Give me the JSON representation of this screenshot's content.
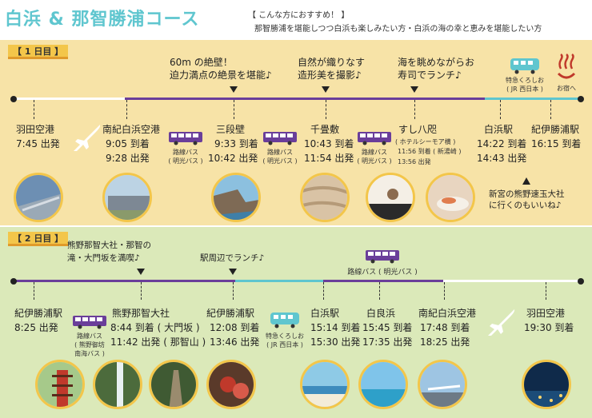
{
  "title": "白浜 & 那智勝浦コース",
  "recommend": {
    "head": "【 こんな方におすすめ！ 】",
    "body": "那智勝浦を堪能しつつ白浜も楽しみたい方・白浜の海の幸と恵みを堪能したい方"
  },
  "day1": {
    "label": "【 1 日目 】",
    "notes": {
      "sandanbeki": [
        "60m の絶壁！",
        "迫力満点の絶景を堪能♪"
      ],
      "senjojiki": [
        "自然が織りなす",
        "造形美を撮影♪"
      ],
      "sushi": [
        "海を眺めながらお",
        "寿司でランチ♪"
      ],
      "kumano": [
        "新宮の熊野速玉大社",
        "に行くのもいいね♪"
      ]
    },
    "stops": {
      "haneda": {
        "name": "羽田空港",
        "time": "7:45 出発"
      },
      "nanki": {
        "name": "南紀白浜空港",
        "arr": "9:05 到着",
        "dep": "9:28 出発"
      },
      "sandanbeki": {
        "name": "三段壁",
        "arr": "9:33 到着",
        "dep": "10:42 出発"
      },
      "senjojiki": {
        "name": "千畳敷",
        "arr": "10:43 到着",
        "dep": "11:54 出発"
      },
      "sushi": {
        "name": "すし八咫",
        "sub": "( ホテルシーモア横 )",
        "arr": "11:56 到着 ( 新湯崎 )",
        "dep": "13:56 出発"
      },
      "shirahama": {
        "name": "白浜駅",
        "arr": "14:22 到着",
        "dep": "14:43 出発"
      },
      "kii": {
        "name": "紀伊勝浦駅",
        "arr": "16:15 到着"
      }
    },
    "bus1": [
      "路線バス",
      "( 明光バス )"
    ],
    "bus2": [
      "路線バス",
      "( 明光バス )"
    ],
    "bus3": [
      "路線バス",
      "( 明光バス )"
    ],
    "train": [
      "特急くろしお",
      "( JR 西日本 )"
    ],
    "onsen": "お宿へ"
  },
  "day2": {
    "label": "【 2 日目 】",
    "notes": {
      "nachi": [
        "熊野那智大社・那智の",
        "滝・大門坂を満喫♪"
      ],
      "lunch": "駅周辺でランチ♪"
    },
    "stops": {
      "kii": {
        "name": "紀伊勝浦駅",
        "time": "8:25 出発"
      },
      "nachi": {
        "name": "熊野那智大社",
        "arr": "8:44 到着 ( 大門坂 )",
        "dep": "11:42 出発 ( 那智山 )"
      },
      "kii2": {
        "name": "紀伊勝浦駅",
        "arr": "12:08 到着",
        "dep": "13:46 出発"
      },
      "shirahama": {
        "name": "白浜駅",
        "arr": "15:14 到着",
        "dep": "15:30 出発"
      },
      "shirarahama": {
        "name": "白良浜",
        "arr": "15:45 到着",
        "dep": "17:35 出発"
      },
      "nanki": {
        "name": "南紀白浜空港",
        "arr": "17:48 到着",
        "dep": "18:25 出発"
      },
      "haneda": {
        "name": "羽田空港",
        "arr": "19:30 到着"
      }
    },
    "bus1": [
      "路線バス",
      "( 熊野御坊",
      "南海バス )"
    ],
    "bus2": "路線バス ( 明光バス )",
    "train": [
      "特急くろしお",
      "( JR 西日本 )"
    ]
  },
  "colors": {
    "teal": "#5fc6cf",
    "purple": "#6a3e9a",
    "gold": "#f3c64a",
    "day1": "#f7e3a7",
    "day2": "#dbe9b9"
  }
}
